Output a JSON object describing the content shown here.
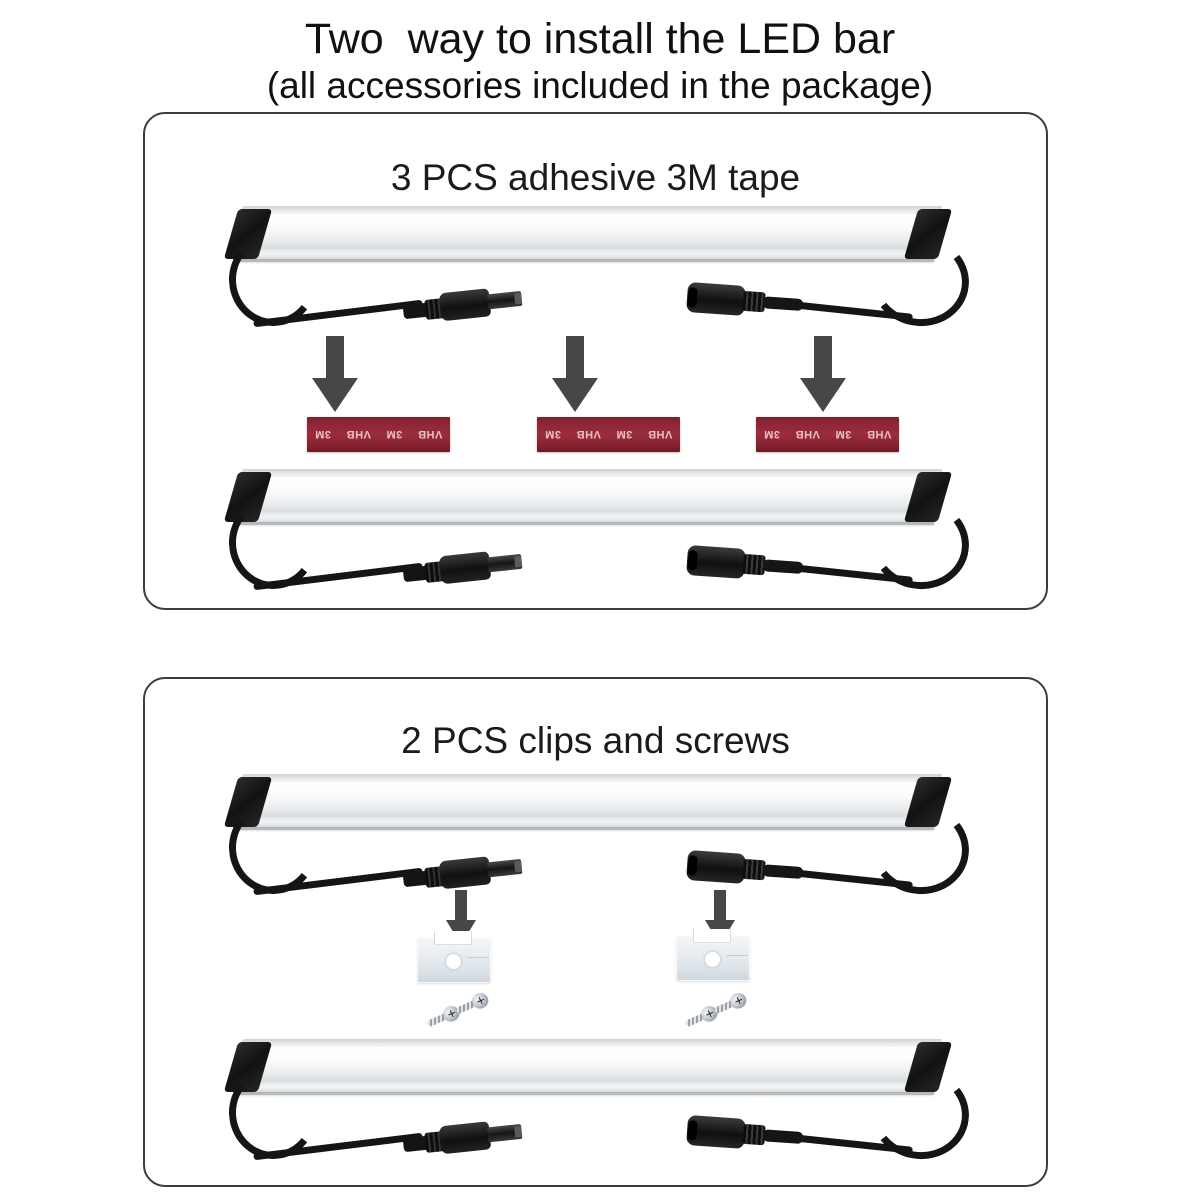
{
  "title": {
    "line1": "Two  way to install the LED bar",
    "line2": "(all accessories included in the package)"
  },
  "panels": [
    {
      "id": "tape",
      "heading": "3 PCS adhesive 3M tape",
      "accessory_label": "VHB",
      "accessory_count": 3,
      "accessory_color": "#8d2634",
      "arrow_count": 3,
      "arrow_color": "#474747",
      "bar_count": 2
    },
    {
      "id": "clips",
      "heading": "2 PCS clips and screws",
      "accessory_count": 2,
      "screw_count": 4,
      "arrow_count": 2,
      "arrow_color": "#474747",
      "bar_count": 2
    }
  ],
  "tape_text": {
    "a": "VHB",
    "b": "3M",
    "c": "VHB",
    "d": "3M"
  },
  "colors": {
    "background": "#ffffff",
    "panel_border": "#3c3c3c",
    "text": "#111111",
    "arrow": "#474747",
    "tape_red": "#8d2634",
    "endcap_black": "#121212",
    "cable_black": "#151515",
    "clip_white": "#e8edf1",
    "screw_silver": "#c9ced2"
  }
}
